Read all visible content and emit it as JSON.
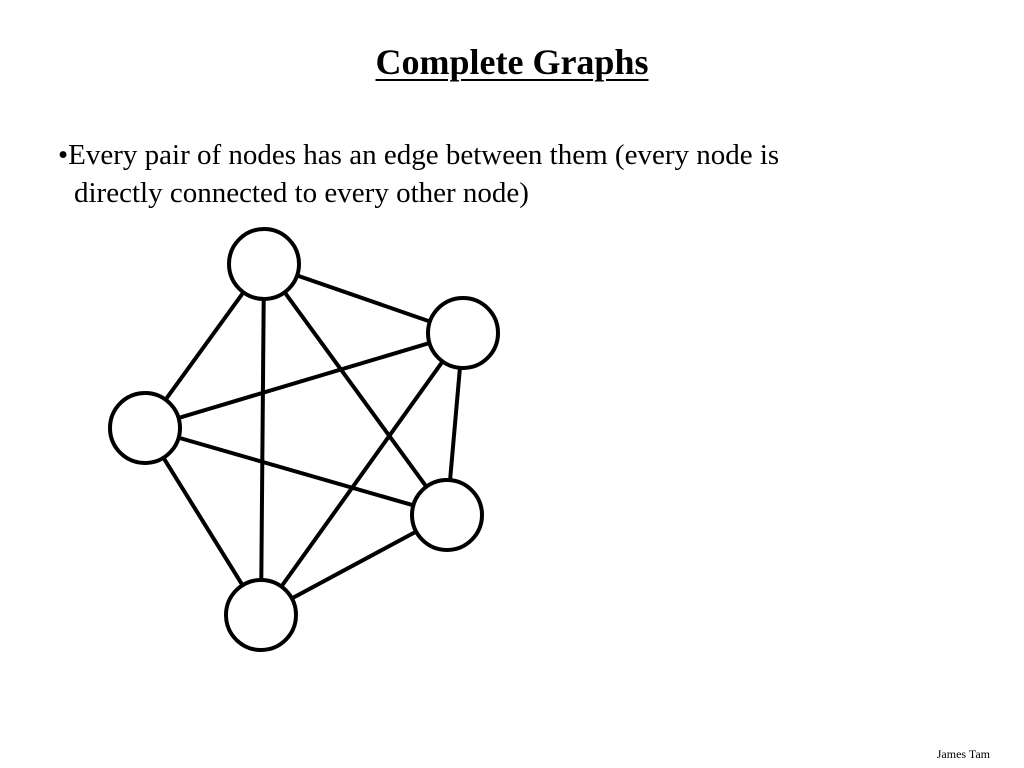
{
  "slide": {
    "title": "Complete Graphs",
    "bullet": {
      "marker": "•",
      "line1": "Every pair of nodes has an edge between them (every node is",
      "line2": "directly connected to every other node)"
    },
    "footer": "James Tam"
  },
  "diagram": {
    "type": "complete-graph",
    "node_count": 5,
    "edge_count": 10,
    "stroke_color": "#000000",
    "fill_color": "#ffffff"
  }
}
